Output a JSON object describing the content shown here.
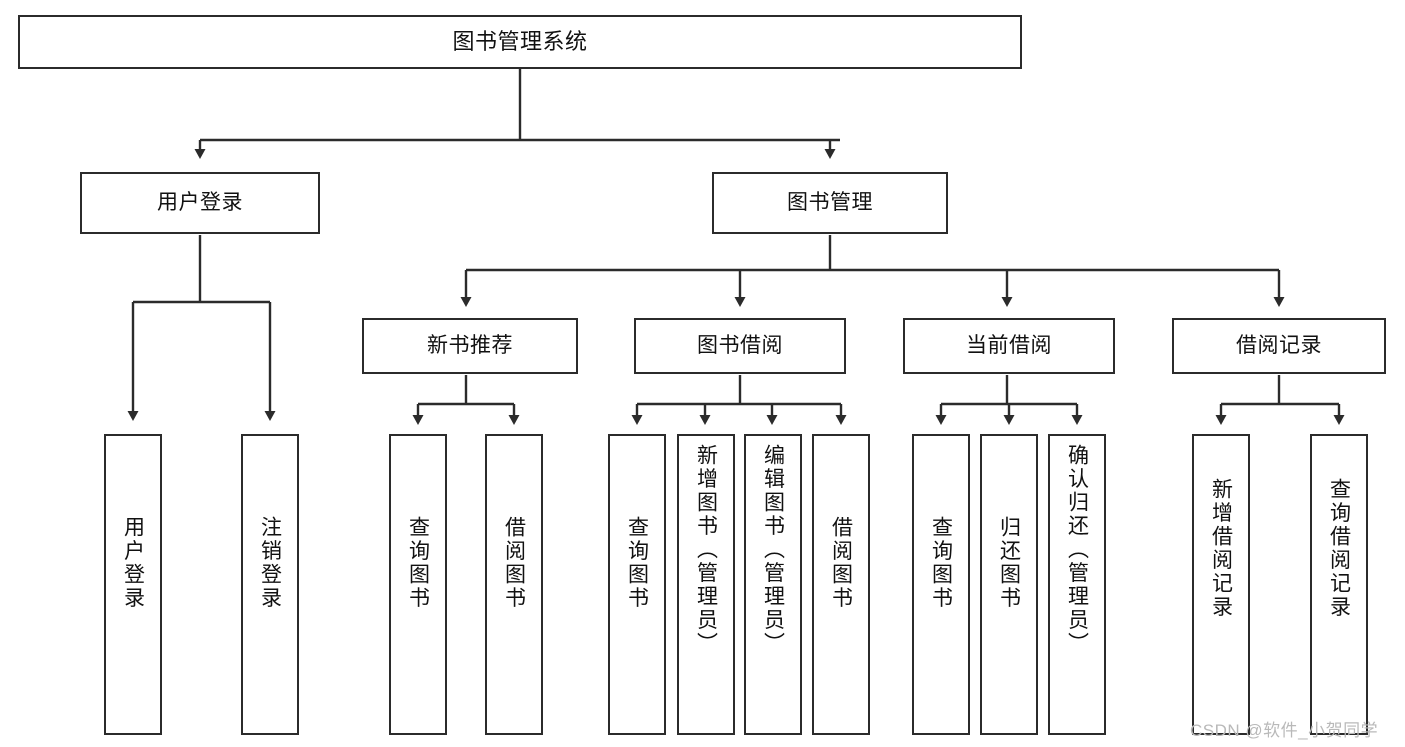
{
  "diagram": {
    "title": "图书管理系统",
    "type": "tree-hierarchy-chart",
    "root": {
      "label": "图书管理系统"
    },
    "level1": [
      {
        "label": "用户登录"
      },
      {
        "label": "图书管理"
      }
    ],
    "level2": [
      {
        "label": "新书推荐"
      },
      {
        "label": "图书借阅"
      },
      {
        "label": "当前借阅"
      },
      {
        "label": "借阅记录"
      }
    ],
    "leaves": {
      "user_login": [
        {
          "label": "用户登录"
        },
        {
          "label": "注销登录"
        }
      ],
      "new_book_recommend": [
        {
          "label": "查询图书"
        },
        {
          "label": "借阅图书"
        }
      ],
      "book_borrow": [
        {
          "label": "查询图书"
        },
        {
          "label": "新增图书（管理员）"
        },
        {
          "label": "编辑图书（管理员）"
        },
        {
          "label": "借阅图书"
        }
      ],
      "current_borrow": [
        {
          "label": "查询图书"
        },
        {
          "label": "归还图书"
        },
        {
          "label": "确认归还（管理员）"
        }
      ],
      "borrow_record": [
        {
          "label": "新增借阅记录"
        },
        {
          "label": "查询借阅记录"
        }
      ]
    },
    "watermark": "CSDN @软件_小贺同学",
    "colors": {
      "border": "#2b2b2b",
      "text": "#111111",
      "background": "#ffffff",
      "watermark": "#b9b9b9"
    }
  }
}
